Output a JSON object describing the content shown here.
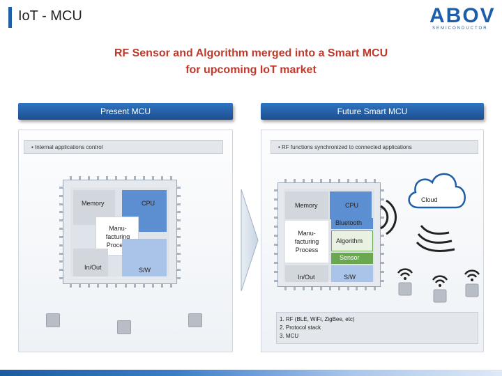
{
  "header": {
    "title": "IoT - MCU",
    "logo_text": "ABOV",
    "logo_subtext": "SEMICONDUCTOR"
  },
  "headline": {
    "line1": "RF Sensor and Algorithm merged into a Smart MCU",
    "line2": "for upcoming IoT market"
  },
  "present": {
    "heading": "Present MCU",
    "note": "• Internal applications control",
    "blocks": {
      "memory": "Memory",
      "cpu": "CPU",
      "manufacturing": "Manu-facturing Process",
      "in_out": "In/Out",
      "sw": "S/W"
    }
  },
  "future": {
    "heading": "Future Smart MCU",
    "note": "• RF functions synchronized to connected applications",
    "blocks": {
      "memory": "Memory",
      "cpu": "CPU",
      "bluetooth": "Bluetooth",
      "manufacturing": "Manu-facturing Process",
      "algorithm": "Algorithm",
      "sensor": "Sensor",
      "in_out": "In/Out",
      "sw": "S/W"
    },
    "cloud": "Cloud",
    "list": [
      "1. RF (BLE, WiFi, ZigBee, etc)",
      "2. Protocol stack",
      "3. MCU"
    ]
  },
  "colors": {
    "brand_blue": "#1c5ea8",
    "headline_red": "#c0392b",
    "block_blue": "#5b8fd1",
    "block_light_blue": "#a9c4e8",
    "sensor_green": "#6aa84f"
  }
}
